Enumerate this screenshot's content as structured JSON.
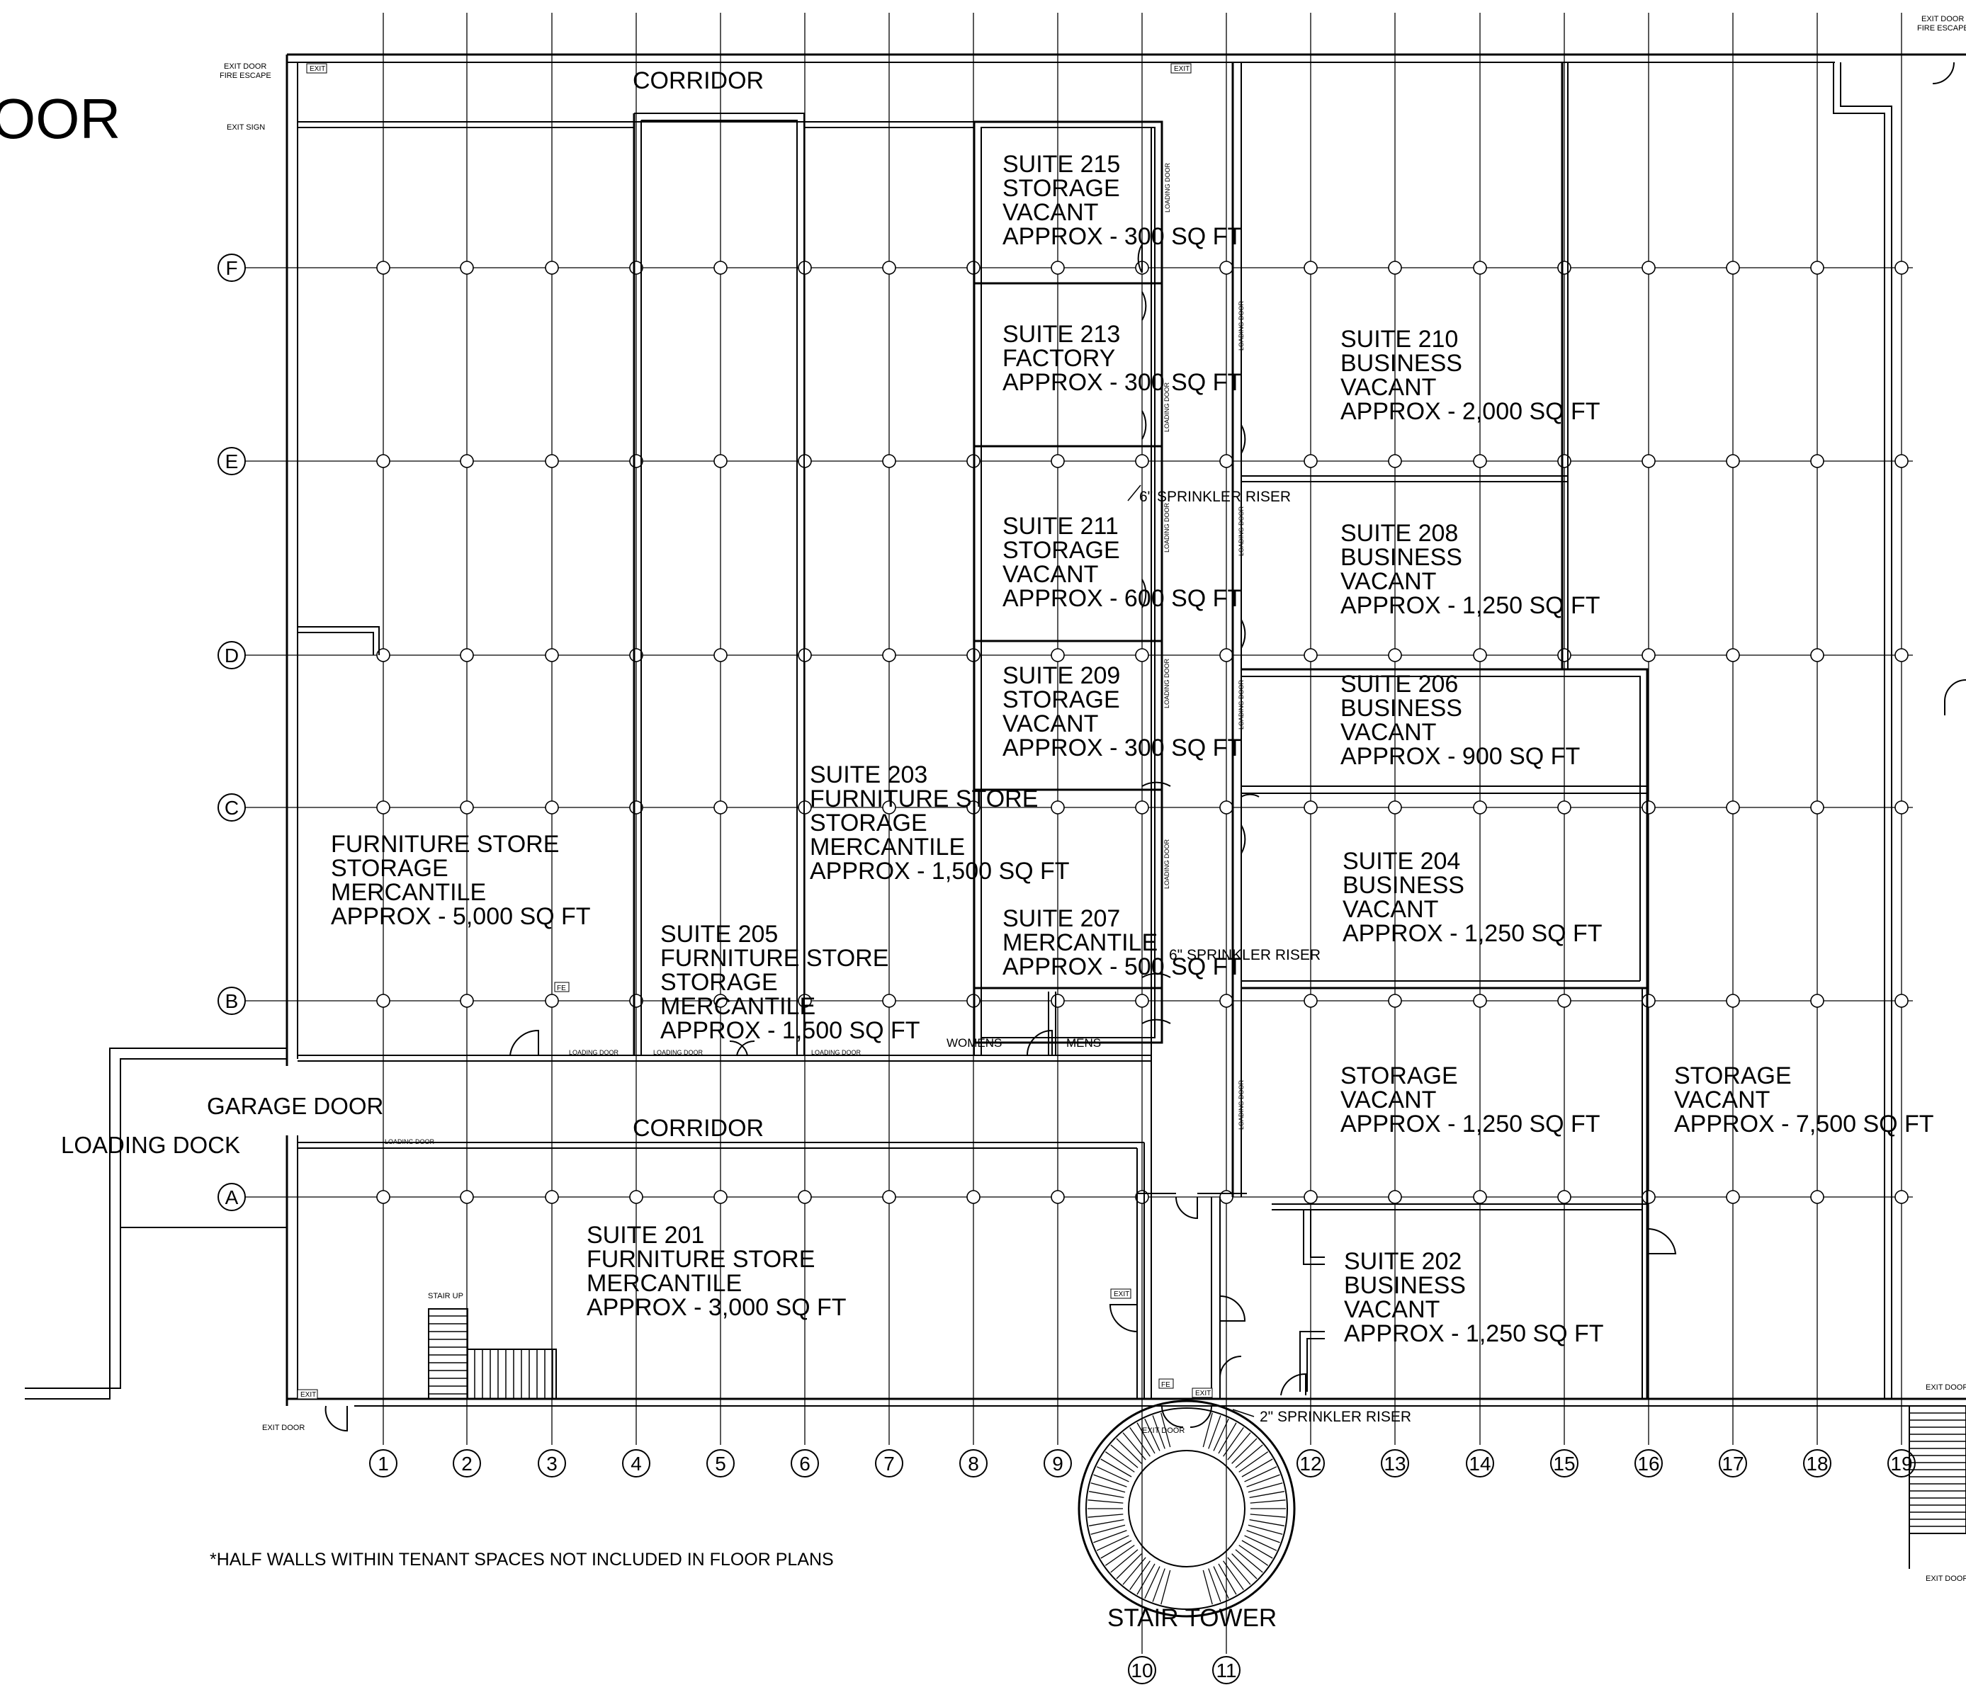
{
  "title_fragment": "OOR",
  "grid": {
    "column_labels": [
      "1",
      "2",
      "3",
      "4",
      "5",
      "6",
      "7",
      "8",
      "9",
      "10",
      "11",
      "12",
      "13",
      "14",
      "15",
      "16",
      "17",
      "18",
      "19"
    ],
    "row_labels": [
      "F",
      "E",
      "D",
      "C",
      "B",
      "A"
    ]
  },
  "corridors": {
    "top": "CORRIDOR",
    "bottom": "CORRIDOR"
  },
  "suites": [
    {
      "lines": [
        "SUITE 215",
        "STORAGE",
        "VACANT",
        "APPROX - 300 SQ FT"
      ]
    },
    {
      "lines": [
        "SUITE 213",
        "FACTORY",
        "APPROX - 300 SQ FT"
      ]
    },
    {
      "lines": [
        "SUITE 211",
        "STORAGE",
        "VACANT",
        "APPROX - 600 SQ FT"
      ]
    },
    {
      "lines": [
        "SUITE 209",
        "STORAGE",
        "VACANT",
        "APPROX - 300 SQ FT"
      ]
    },
    {
      "lines": [
        "SUITE 207",
        "MERCANTILE",
        "APPROX - 500 SQ FT"
      ]
    },
    {
      "lines": [
        "SUITE 210",
        "BUSINESS",
        "VACANT",
        "APPROX - 2,000 SQ FT"
      ]
    },
    {
      "lines": [
        "SUITE 208",
        "BUSINESS",
        "VACANT",
        "APPROX - 1,250 SQ FT"
      ]
    },
    {
      "lines": [
        "SUITE 206",
        "BUSINESS",
        "VACANT",
        "APPROX - 900 SQ FT"
      ]
    },
    {
      "lines": [
        "SUITE 204",
        "BUSINESS",
        "VACANT",
        "APPROX - 1,250 SQ FT"
      ]
    },
    {
      "lines": [
        "SUITE 203",
        "FURNITURE STORE",
        "STORAGE",
        "MERCANTILE",
        "APPROX - 1,500 SQ FT"
      ]
    },
    {
      "lines": [
        "SUITE 205",
        "FURNITURE STORE",
        "STORAGE",
        "MERCANTILE",
        "APPROX - 1,500 SQ FT"
      ]
    },
    {
      "lines": [
        "FURNITURE STORE",
        "STORAGE",
        "MERCANTILE",
        "APPROX - 5,000 SQ FT"
      ]
    },
    {
      "lines": [
        "SUITE 201",
        "FURNITURE STORE",
        "MERCANTILE",
        "APPROX - 3,000 SQ FT"
      ]
    },
    {
      "lines": [
        "SUITE 202",
        "BUSINESS",
        "VACANT",
        "APPROX - 1,250 SQ FT"
      ]
    },
    {
      "lines": [
        "STORAGE",
        "VACANT",
        "APPROX - 1,250 SQ FT"
      ]
    },
    {
      "lines": [
        "STORAGE",
        "VACANT",
        "APPROX - 7,500 SQ FT"
      ]
    }
  ],
  "labels": {
    "garage_door": "GARAGE DOOR",
    "loading_dock": "LOADING DOCK",
    "womens": "WOMENS",
    "mens": "MENS",
    "stair_tower": "STAIR TOWER",
    "stair_up": "STAIR UP",
    "exit_sign": "EXIT SIGN",
    "exit_door_fire_escape_1": "EXIT DOOR",
    "exit_door_fire_escape_2": "FIRE ESCAPE",
    "exit_door_fire_escape_tr_1": "EXIT DOOR",
    "exit_door_fire_escape_tr_2": "FIRE ESCAPE",
    "exit_door_bl": "EXIT DOOR",
    "exit_door_stair": "EXIT DOOR",
    "exit_door_br": "EXIT DOOR",
    "exit_door_br2": "EXIT DOOR",
    "exit_tag": "EXIT",
    "fe_tag": "FE"
  },
  "risers": {
    "upper": "6\" SPRINKLER RISER",
    "middle": "6\" SPRINKLER RISER",
    "lower": "2\" SPRINKLER RISER"
  },
  "loading_door": "LOADING DOOR",
  "footnote": "*HALF WALLS WITHIN TENANT SPACES NOT INCLUDED IN FLOOR PLANS"
}
